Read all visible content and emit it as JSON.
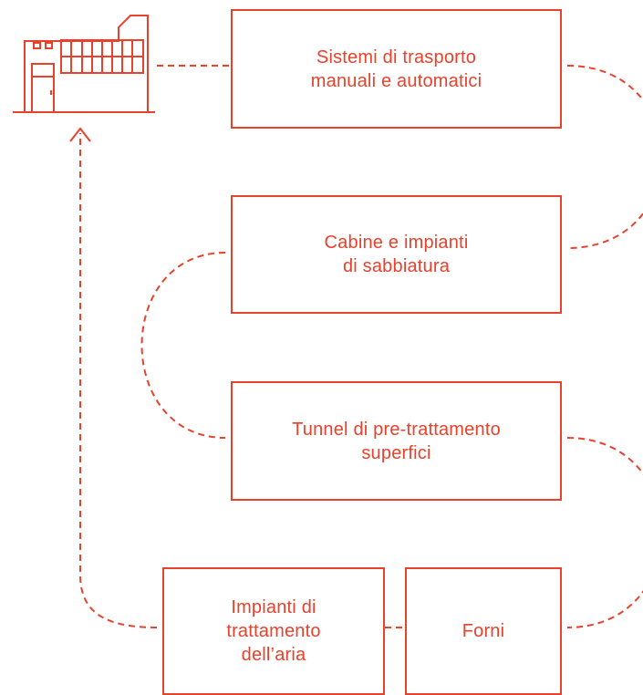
{
  "diagram": {
    "accent_color": "#e8412c",
    "boxes": {
      "trasporto": "Sistemi di trasporto\nmanuali e automatici",
      "sabbiatura": "Cabine e impianti\ndi sabbiatura",
      "tunnel": "Tunnel di pre-trattamento\nsuperfici",
      "aria": "Impianti di\ntrattamento\ndell’aria",
      "forni": "Forni"
    },
    "icons": {
      "factory": "factory-icon",
      "arrow": "arrow-up-icon"
    }
  }
}
